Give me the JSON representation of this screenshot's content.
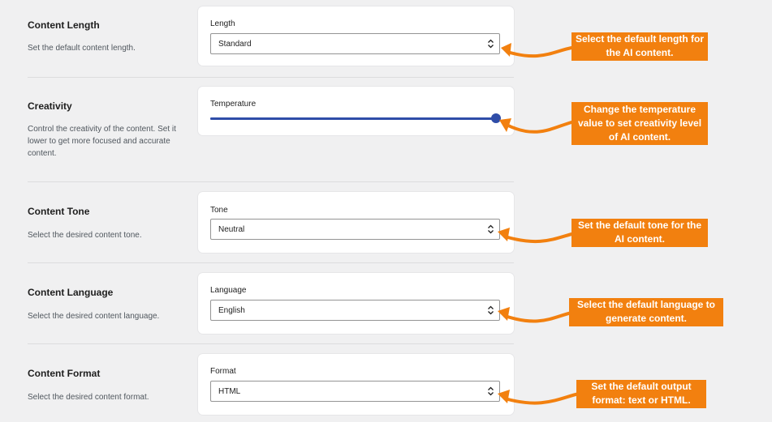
{
  "settings": {
    "length": {
      "title": "Content Length",
      "description": "Set the default content length.",
      "field_label": "Length",
      "value": "Standard"
    },
    "creativity": {
      "title": "Creativity",
      "description": "Control the creativity of the content. Set it lower to get more focused and accurate content.",
      "field_label": "Temperature",
      "level": 1.0
    },
    "tone": {
      "title": "Content Tone",
      "description": "Select the desired content tone.",
      "field_label": "Tone",
      "value": "Neutral"
    },
    "language": {
      "title": "Content Language",
      "description": "Select the desired content language.",
      "field_label": "Language",
      "value": "English"
    },
    "format": {
      "title": "Content Format",
      "description": "Select the desired content format.",
      "field_label": "Format",
      "value": "HTML"
    }
  },
  "callouts": {
    "length": "Select the default length for the AI content.",
    "creativity": "Change the temperature value to set creativity level of AI content.",
    "tone": "Set the default tone for the AI content.",
    "language": "Select the default language to generate content.",
    "format": "Set the default output format: text or HTML."
  },
  "colors": {
    "accent": "#2f4da8",
    "callout": "#f2800f",
    "background": "#f0f0f1"
  },
  "icons": {
    "select": "chevron-up-down-icon",
    "pointer": "curved-arrow-icon"
  }
}
